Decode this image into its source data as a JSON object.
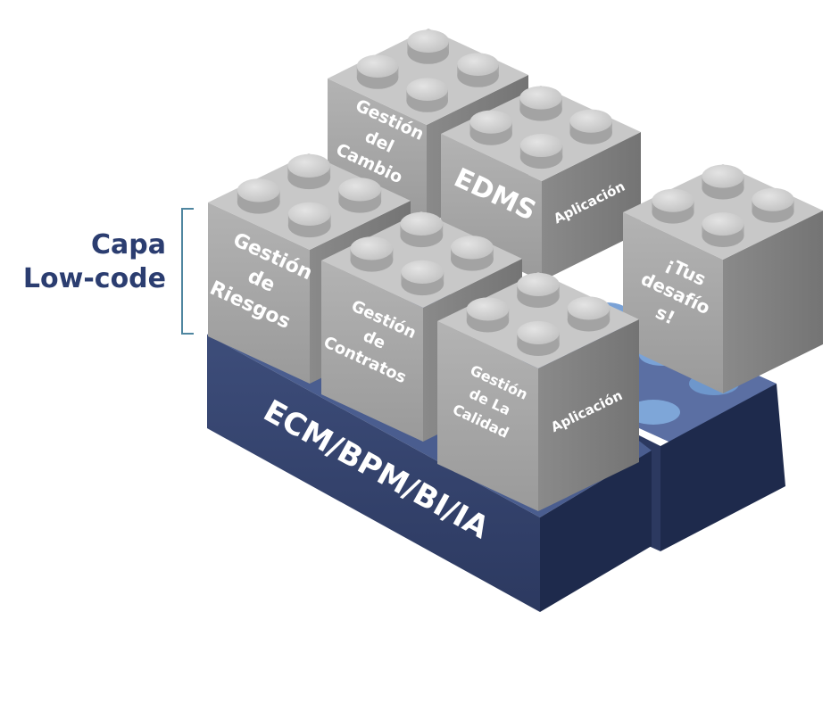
{
  "layer_label": {
    "line1": "Capa",
    "line2": "Low-code"
  },
  "base": {
    "label": "ECM/BPM/BI/IA"
  },
  "bricks": {
    "gestion_cambio": {
      "lines": [
        "Gestión",
        "del",
        "Cambio"
      ]
    },
    "edms": {
      "lines": [
        "EDMS"
      ],
      "side": "Aplicación"
    },
    "gestion_riesgos": {
      "lines": [
        "Gestión",
        "de",
        "Riesgos"
      ]
    },
    "gestion_contratos": {
      "lines": [
        "Gestión",
        "de",
        "Contratos"
      ]
    },
    "gestion_calidad": {
      "lines": [
        "Gestión",
        "de La",
        "Calidad"
      ],
      "side": "Aplicación"
    },
    "tus_desafios": {
      "lines": [
        "¡Tus",
        "desafío",
        "s!"
      ]
    }
  },
  "colors": {
    "brick_front": "#a5a5a5",
    "brick_side": "#7d7d7d",
    "brick_top": "#cbcbcb",
    "base_front": "#33426b",
    "base_side": "#1e2a4c",
    "base_top": "#4a5d8f",
    "label": "#2b3d70",
    "bracket": "#4f86a0"
  }
}
